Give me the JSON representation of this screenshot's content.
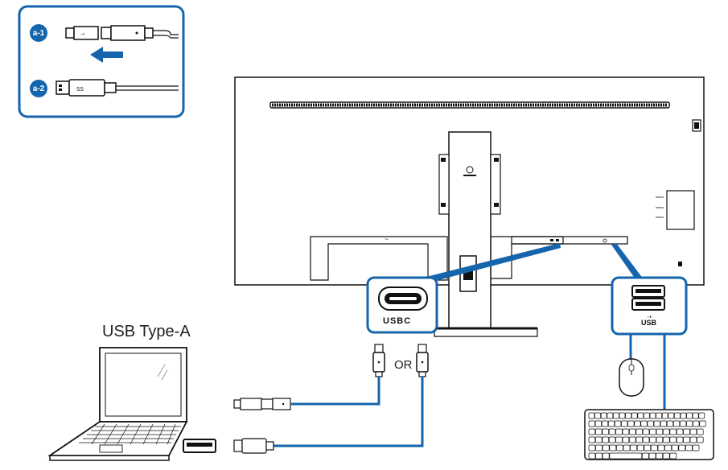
{
  "inset": {
    "badge_1": "a-1",
    "badge_2": "a-2"
  },
  "labels": {
    "usb_type_a": "USB Type-A",
    "or": "OR",
    "usbc_port": "USBC",
    "usb_port": "USB"
  },
  "colors": {
    "accent_blue": "#1565ad",
    "line_dark": "#1a1a1a",
    "background": "#ffffff"
  },
  "icons": [
    "arrow-left-icon",
    "usb-c-connector-icon",
    "usb-a-connector-icon",
    "laptop-icon",
    "mouse-icon",
    "keyboard-icon",
    "philips-logo-icon",
    "lock-slot-icon"
  ]
}
